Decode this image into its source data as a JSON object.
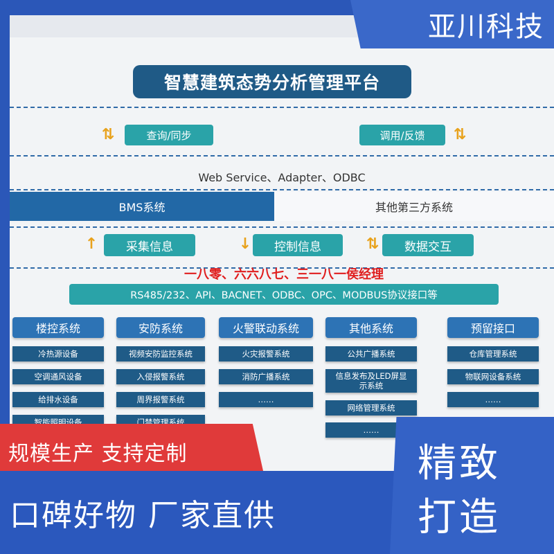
{
  "title": "智慧建筑态势分析管理平台",
  "top_actions": {
    "left": "查询/同步",
    "right": "调用/反馈"
  },
  "protocols": "Web Service、Adapter、ODBC",
  "systems_row": {
    "bms": "BMS系统",
    "third_party": "其他第三方系统"
  },
  "info_row": {
    "collect": "采集信息",
    "control": "控制信息",
    "exchange": "数据交互"
  },
  "overlay_red_text": "一八零、六六八七、三一八一侯经理",
  "interface_bar": "RS485/232、API、BACNET、ODBC、OPC、MODBUS协议接口等",
  "columns": [
    {
      "head": "楼控系统",
      "items": [
        "冷热源设备",
        "空调通风设备",
        "给排水设备",
        "智能照明设备"
      ]
    },
    {
      "head": "安防系统",
      "items": [
        "视频安防监控系统",
        "入侵报警系统",
        "周界报警系统",
        "门禁管理系统"
      ]
    },
    {
      "head": "火警联动系统",
      "items": [
        "火灾报警系统",
        "消防广播系统",
        "……"
      ]
    },
    {
      "head": "其他系统",
      "items": [
        "公共广播系统",
        "信息发布及LED屏显示系统",
        "网络管理系统",
        "……"
      ]
    },
    {
      "head": "预留接口",
      "items": [
        "仓库管理系统",
        "物联网设备系统",
        "……"
      ]
    }
  ],
  "banners": {
    "corner": "亚川科技",
    "red": "规模生产  支持定制",
    "bottom": "口碑好物  厂家直供",
    "right_line1": "精致",
    "right_line2": "打造"
  },
  "colors": {
    "dark_blue": "#1f5a86",
    "teal": "#2aa3a8",
    "column_head": "#2d73b5",
    "red_text": "#e01e1e",
    "arrow": "#e8a21c",
    "banner_red": "#e03a3a",
    "banner_blue": "#2b58bd"
  }
}
